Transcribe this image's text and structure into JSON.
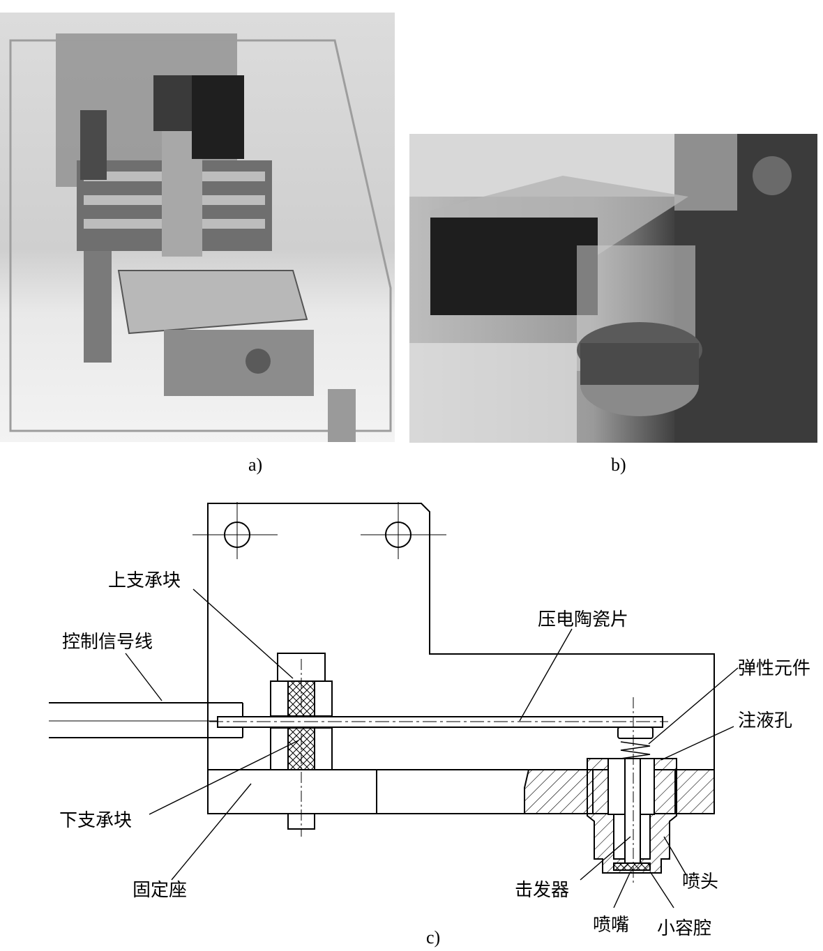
{
  "figure_labels": {
    "a": "a)",
    "b": "b)",
    "c": "c)"
  },
  "callouts": {
    "upper_support": "上支承块",
    "signal_wire": "控制信号线",
    "piezo_sheet": "压电陶瓷片",
    "elastic_element": "弹性元件",
    "fill_hole": "注液孔",
    "lower_support": "下支承块",
    "fixed_base": "固定座",
    "striker": "击发器",
    "nozzle_head": "喷头",
    "nozzle_tip": "喷嘴",
    "small_chamber": "小容腔"
  },
  "colors": {
    "line": "#000000",
    "photo_dark": "#2a2a2a",
    "photo_light": "#dcdcdc"
  }
}
